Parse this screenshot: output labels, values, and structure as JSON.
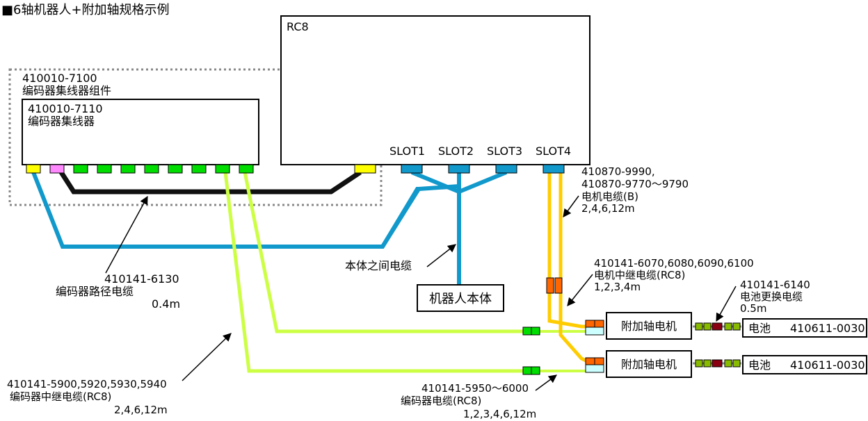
{
  "title": "■6轴机器人+附加轴规格示例",
  "controller": {
    "name": "RC8",
    "slots": [
      "SLOT1",
      "SLOT2",
      "SLOT3",
      "SLOT4"
    ]
  },
  "hub_kit": {
    "part": "410010-7100",
    "name": "编码器集线器组件"
  },
  "hub": {
    "part": "410010-7110",
    "name": "编码器集线器"
  },
  "robot_body": "机器人本体",
  "axis_motor": "附加轴电机",
  "battery": {
    "name": "电池",
    "part": "410611-0030"
  },
  "labels": {
    "inter_body_cable": "本体之间电缆",
    "encoder_path": {
      "part": "410141-6130",
      "name": "编码器路径电缆",
      "length": "0.4m"
    },
    "motor_cable": {
      "part1": "410870-9990,",
      "part2": "410870-9770～9790",
      "name": "电机电缆(B)",
      "length": "2,4,6,12m"
    },
    "motor_relay": {
      "part": "410141-6070,6080,6090,6100",
      "name": "电机中继电缆(RC8)",
      "length": "1,2,3,4m"
    },
    "battery_cable": {
      "part": "410141-6140",
      "name": "电池更换电缆",
      "length": "0.5m"
    },
    "encoder_relay": {
      "part": "410141-5900,5920,5930,5940",
      "name": "编码器中继电缆(RC8)",
      "length": "2,4,6,12m"
    },
    "encoder_cable": {
      "part": "410141-5950～6000",
      "name": "编码器电缆(RC8)",
      "length": "1,2,3,4,6,12m"
    }
  },
  "colors": {
    "blue_cable": "#1199cc",
    "lime_cable": "#ccff44",
    "orange_cable": "#ffcc00",
    "black_cable": "#111111",
    "connector_green": "#00dd00",
    "connector_yellow": "#ffff00",
    "connector_pink": "#ff88ff",
    "slot_blue": "#1199cc",
    "orange_connector": "#ff6600",
    "battery_plug": "#880011"
  }
}
